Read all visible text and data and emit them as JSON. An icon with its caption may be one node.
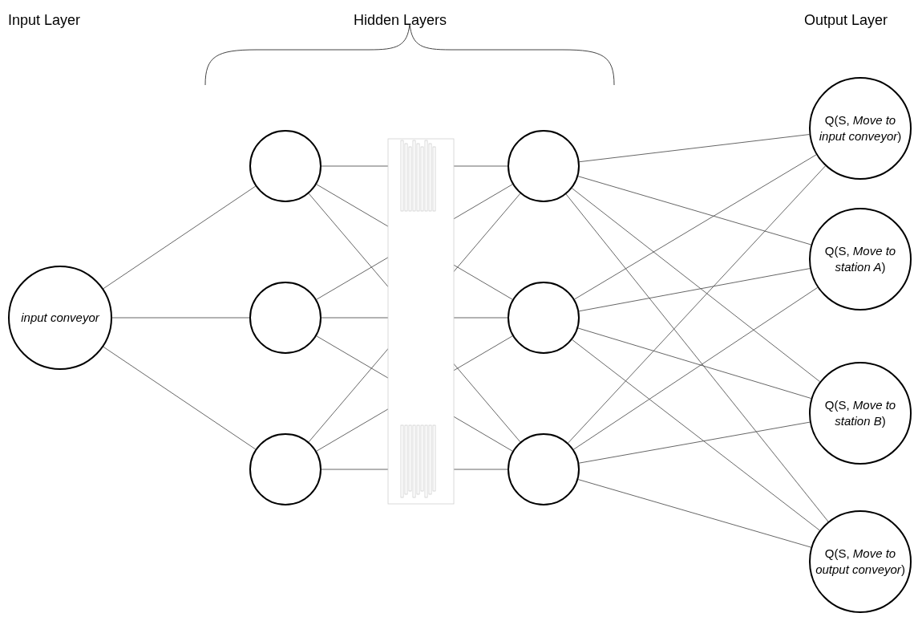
{
  "diagram": {
    "nodes": [
      {
        "text": [
          "input conveyor"
        ]
      },
      {
        "text": [],
        "shape": "circle"
      },
      {
        "text": [],
        "shape": "circle"
      },
      {
        "text": [],
        "shape": "circle"
      },
      {
        "text": [],
        "shape": "circle"
      },
      {
        "text": [],
        "shape": "circle"
      },
      {
        "text": [],
        "shape": "circle"
      },
      {
        "text": [
          "Q(S, *Move to input conveyor*)"
        ]
      },
      {
        "text": [
          "Q(S, *Move to station A*)"
        ]
      },
      {
        "text": [
          "Q(S, *Move to station B*)"
        ]
      },
      {
        "text": [
          "Q(S, *Move to output conveyor*)"
        ]
      }
    ],
    "edges": [
      {
        "from": 0,
        "to": 1,
        "arrow": "none"
      },
      {
        "from": 0,
        "to": 2,
        "arrow": "none"
      },
      {
        "from": 0,
        "to": 3,
        "arrow": "none"
      },
      {
        "from": 1,
        "to": 4,
        "arrow": "none"
      },
      {
        "from": 1,
        "to": 5,
        "arrow": "none"
      },
      {
        "from": 1,
        "to": 6,
        "arrow": "none"
      },
      {
        "from": 2,
        "to": 4,
        "arrow": "none"
      },
      {
        "from": 2,
        "to": 5,
        "arrow": "none"
      },
      {
        "from": 2,
        "to": 6,
        "arrow": "none"
      },
      {
        "from": 3,
        "to": 4,
        "arrow": "none"
      },
      {
        "from": 3,
        "to": 5,
        "arrow": "none"
      },
      {
        "from": 3,
        "to": 6,
        "arrow": "none"
      },
      {
        "from": 4,
        "to": 7,
        "arrow": "none"
      },
      {
        "from": 4,
        "to": 8,
        "arrow": "none"
      },
      {
        "from": 4,
        "to": 9,
        "arrow": "none"
      },
      {
        "from": 4,
        "to": 10,
        "arrow": "none"
      },
      {
        "from": 5,
        "to": 7,
        "arrow": "none"
      },
      {
        "from": 5,
        "to": 8,
        "arrow": "none"
      },
      {
        "from": 5,
        "to": 9,
        "arrow": "none"
      },
      {
        "from": 5,
        "to": 10,
        "arrow": "none"
      },
      {
        "from": 6,
        "to": 7,
        "arrow": "none"
      },
      {
        "from": 6,
        "to": 8,
        "arrow": "none"
      },
      {
        "from": 6,
        "to": 9,
        "arrow": "none"
      },
      {
        "from": 6,
        "to": 10,
        "arrow": "none"
      }
    ],
    "labels": [
      "Input Layer",
      "Hidden Layers",
      "Output Layer"
    ]
  }
}
